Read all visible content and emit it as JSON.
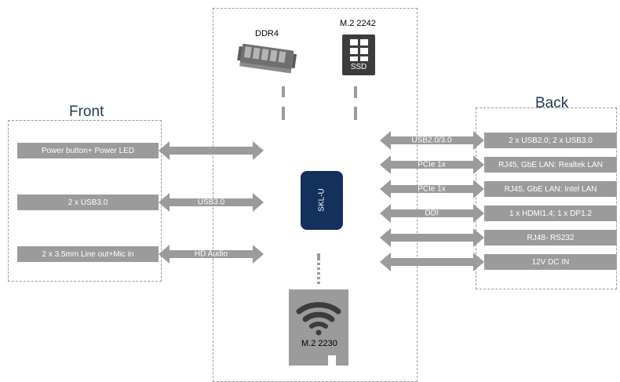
{
  "front": {
    "title": "Front",
    "items": [
      {
        "label": "Power button+ Power LED",
        "bus": ""
      },
      {
        "label": "2 x USB3.0",
        "bus": "USB3.0"
      },
      {
        "label": "2 x 3.5mm Line out+Mic in",
        "bus": "HD Audio"
      }
    ]
  },
  "back": {
    "title": "Back",
    "items": [
      {
        "label": "2 x  USB2.0; 2 x USB3.0",
        "bus": "USB2.0/3.0"
      },
      {
        "label": "RJ45, GbE LAN: Realtek LAN",
        "bus": "PCIe 1x"
      },
      {
        "label": "RJ45, GbE LAN: Intel LAN",
        "bus": "PCIe 1x"
      },
      {
        "label": "1 x  HDMI1.4; 1 x DP1.2",
        "bus": "DDI"
      },
      {
        "label": "RJ48- RS232",
        "bus": ""
      },
      {
        "label": "12V DC IN",
        "bus": ""
      }
    ]
  },
  "center": {
    "cpu_label": "SKL-U",
    "memory_label": "DDR4",
    "ssd_slot_label": "M.2 2242",
    "ssd_icon_text": "SSD",
    "wifi_slot_label": "M.2 2230"
  },
  "colors": {
    "cpu": "#14305c",
    "gray": "#9b9b9b",
    "title": "#1f3a5a",
    "icon_dark": "#3c3c3c"
  }
}
